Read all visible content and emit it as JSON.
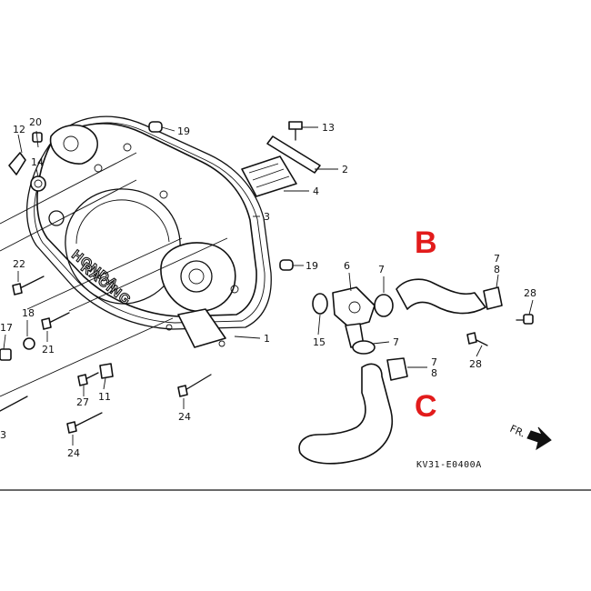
{
  "callouts": {
    "n1": "1",
    "n2": "2",
    "n3": "3",
    "n4": "4",
    "n6": "6",
    "n7a": "7",
    "n7b": "7",
    "n7c": "7",
    "n7d": "7",
    "n8a": "8",
    "n8b": "8",
    "n11": "11",
    "n12": "12",
    "n13": "13",
    "n14": "14",
    "n15": "15",
    "n17": "17",
    "n18": "18",
    "n19a": "19",
    "n19b": "19",
    "n20": "20",
    "n21": "21",
    "n22": "22",
    "n23": "3",
    "n24a": "24",
    "n24b": "24",
    "n27": "27",
    "n28a": "28",
    "n28b": "28"
  },
  "markers": {
    "b": "B",
    "c": "C"
  },
  "cover_text": {
    "line1": "HONDA",
    "line2": "RACING"
  },
  "direction": {
    "label": "FR."
  },
  "diagram_code": "KV31-E0400A",
  "colors": {
    "marker": "#e21b1b",
    "line": "#111111"
  }
}
